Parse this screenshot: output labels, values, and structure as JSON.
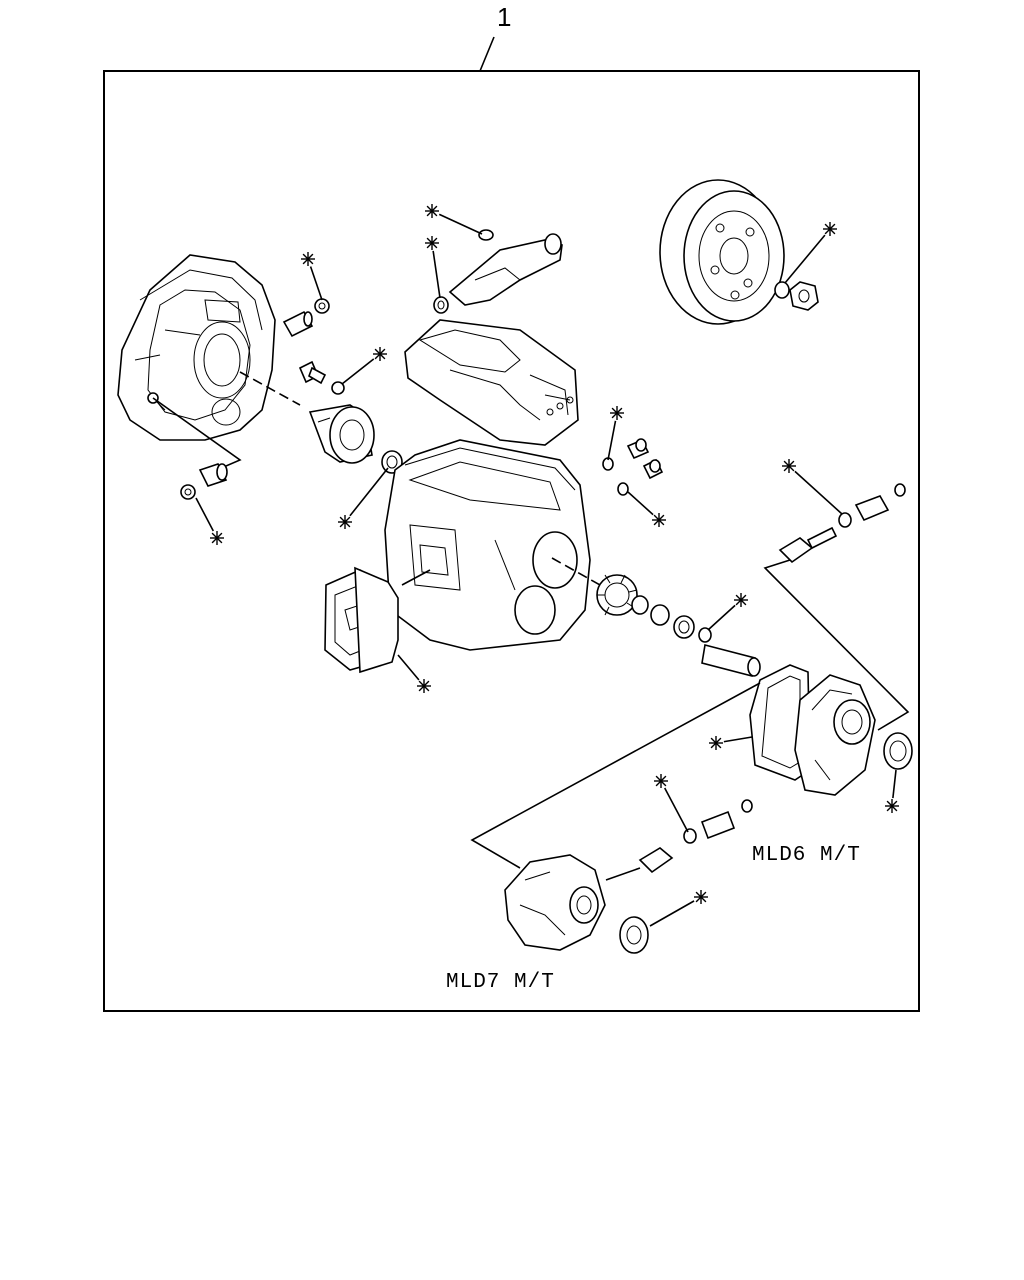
{
  "diagram": {
    "callout_number": "1",
    "kit_marker_symbol": "✳",
    "captions": {
      "mld6": "MLD6 M/T",
      "mld7": "MLD7 M/T"
    },
    "colors": {
      "ink": "#000000",
      "paper": "#ffffff"
    }
  }
}
